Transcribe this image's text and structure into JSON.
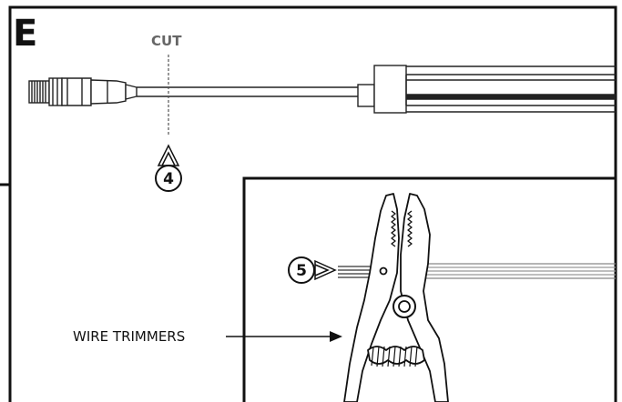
{
  "step": {
    "letter": "E"
  },
  "cable": {
    "cut_label": "CUT"
  },
  "callouts": {
    "cut_marker_number": "4",
    "strip_marker_number": "5"
  },
  "inset": {
    "tool_label": "WIRE TRIMMERS"
  }
}
